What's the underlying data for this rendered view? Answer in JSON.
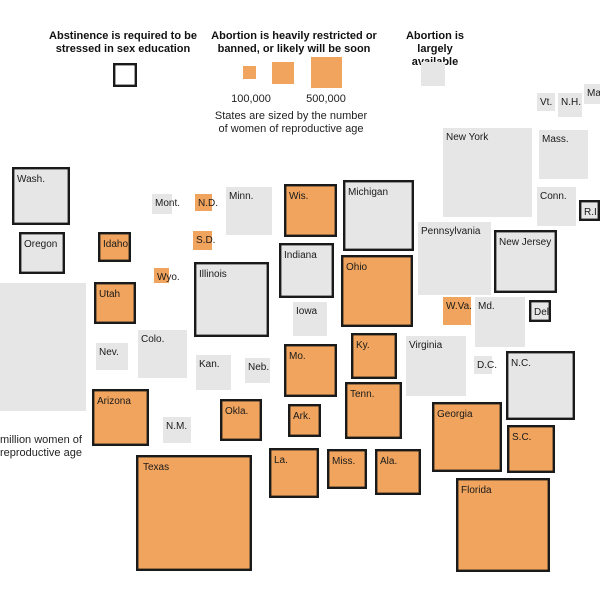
{
  "legend": {
    "abstinence": "Abstinence is required to be stressed in sex education",
    "restricted": "Abortion is heavily restricted or banned, or likely will be soon",
    "available": "Abortion is largely available",
    "size_small": "100,000",
    "size_large": "500,000",
    "size_note": "States are sized by the number of women of reproductive age",
    "california_note": "million women of reproductive age"
  },
  "colors": {
    "restricted": "#f0a45d",
    "available": "#e6e6e6",
    "outline": "#1a1a1a"
  },
  "chart_data": {
    "type": "cartogram",
    "categories": [
      "Abstinence is required to be stressed in sex education",
      "Abortion is heavily restricted or banned, or likely will be soon",
      "Abortion is largely available"
    ],
    "states": [
      {
        "label": "",
        "abortion_restricted": false,
        "abstinence_stressed": false
      },
      {
        "label": "Wash.",
        "abortion_restricted": false,
        "abstinence_stressed": true
      },
      {
        "label": "Oregon",
        "abortion_restricted": false,
        "abstinence_stressed": true
      },
      {
        "label": "Idaho",
        "abortion_restricted": true,
        "abstinence_stressed": true
      },
      {
        "label": "Utah",
        "abortion_restricted": true,
        "abstinence_stressed": true
      },
      {
        "label": "Nev.",
        "abortion_restricted": false,
        "abstinence_stressed": false
      },
      {
        "label": "Arizona",
        "abortion_restricted": true,
        "abstinence_stressed": true
      },
      {
        "label": "Mont.",
        "abortion_restricted": false,
        "abstinence_stressed": false
      },
      {
        "label": "Wyo.",
        "abortion_restricted": true,
        "abstinence_stressed": false
      },
      {
        "label": "Colo.",
        "abortion_restricted": false,
        "abstinence_stressed": false
      },
      {
        "label": "N.M.",
        "abortion_restricted": false,
        "abstinence_stressed": false
      },
      {
        "label": "N.D.",
        "abortion_restricted": true,
        "abstinence_stressed": false
      },
      {
        "label": "S.D.",
        "abortion_restricted": true,
        "abstinence_stressed": false
      },
      {
        "label": "Kan.",
        "abortion_restricted": false,
        "abstinence_stressed": false
      },
      {
        "label": "Neb.",
        "abortion_restricted": false,
        "abstinence_stressed": false
      },
      {
        "label": "Okla.",
        "abortion_restricted": true,
        "abstinence_stressed": true
      },
      {
        "label": "Texas",
        "abortion_restricted": true,
        "abstinence_stressed": true
      },
      {
        "label": "Minn.",
        "abortion_restricted": false,
        "abstinence_stressed": false
      },
      {
        "label": "Iowa",
        "abortion_restricted": false,
        "abstinence_stressed": false
      },
      {
        "label": "Mo.",
        "abortion_restricted": true,
        "abstinence_stressed": true
      },
      {
        "label": "Ark.",
        "abortion_restricted": true,
        "abstinence_stressed": true
      },
      {
        "label": "La.",
        "abortion_restricted": true,
        "abstinence_stressed": true
      },
      {
        "label": "Wis.",
        "abortion_restricted": true,
        "abstinence_stressed": true
      },
      {
        "label": "Illinois",
        "abortion_restricted": false,
        "abstinence_stressed": true
      },
      {
        "label": "Indiana",
        "abortion_restricted": false,
        "abstinence_stressed": true
      },
      {
        "label": "Michigan",
        "abortion_restricted": false,
        "abstinence_stressed": true
      },
      {
        "label": "Ohio",
        "abortion_restricted": true,
        "abstinence_stressed": true
      },
      {
        "label": "Ky.",
        "abortion_restricted": true,
        "abstinence_stressed": true
      },
      {
        "label": "Tenn.",
        "abortion_restricted": true,
        "abstinence_stressed": true
      },
      {
        "label": "Miss.",
        "abortion_restricted": true,
        "abstinence_stressed": true
      },
      {
        "label": "Ala.",
        "abortion_restricted": true,
        "abstinence_stressed": true
      },
      {
        "label": "Georgia",
        "abortion_restricted": true,
        "abstinence_stressed": true
      },
      {
        "label": "Florida",
        "abortion_restricted": true,
        "abstinence_stressed": true
      },
      {
        "label": "S.C.",
        "abortion_restricted": true,
        "abstinence_stressed": true
      },
      {
        "label": "N.C.",
        "abortion_restricted": false,
        "abstinence_stressed": true
      },
      {
        "label": "Virginia",
        "abortion_restricted": false,
        "abstinence_stressed": false
      },
      {
        "label": "W.Va.",
        "abortion_restricted": true,
        "abstinence_stressed": false
      },
      {
        "label": "D.C.",
        "abortion_restricted": false,
        "abstinence_stressed": false
      },
      {
        "label": "Md.",
        "abortion_restricted": false,
        "abstinence_stressed": false
      },
      {
        "label": "Del.",
        "abortion_restricted": false,
        "abstinence_stressed": true
      },
      {
        "label": "Pennsylvania",
        "abortion_restricted": false,
        "abstinence_stressed": false
      },
      {
        "label": "New Jersey",
        "abortion_restricted": false,
        "abstinence_stressed": true
      },
      {
        "label": "New York",
        "abortion_restricted": false,
        "abstinence_stressed": false
      },
      {
        "label": "Conn.",
        "abortion_restricted": false,
        "abstinence_stressed": false
      },
      {
        "label": "R.I.",
        "abortion_restricted": false,
        "abstinence_stressed": true
      },
      {
        "label": "Mass.",
        "abortion_restricted": false,
        "abstinence_stressed": false
      },
      {
        "label": "Vt.",
        "abortion_restricted": false,
        "abstinence_stressed": false
      },
      {
        "label": "N.H.",
        "abortion_restricted": false,
        "abstinence_stressed": false
      },
      {
        "label": "Ma",
        "abortion_restricted": false,
        "abstinence_stressed": false
      }
    ]
  }
}
